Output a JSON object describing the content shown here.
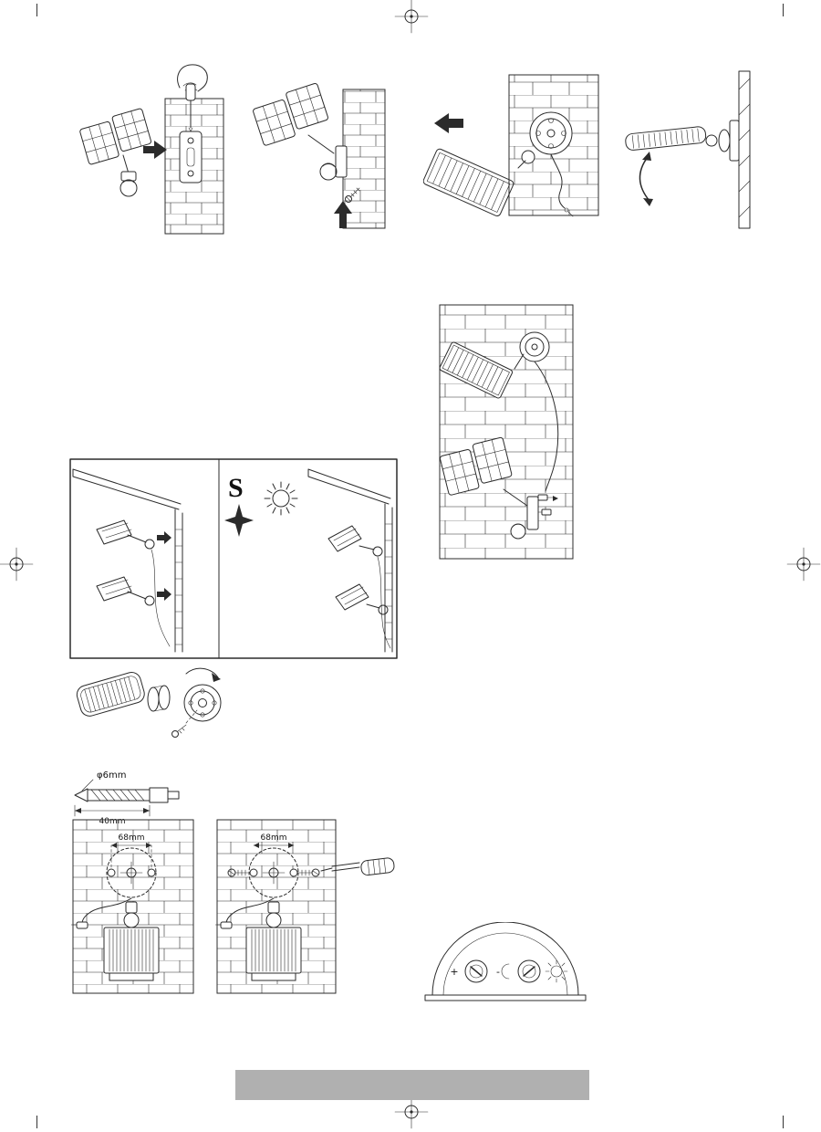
{
  "document": {
    "type": "installation-instruction-page"
  },
  "labels": {
    "drill_diameter": "φ6mm",
    "drill_depth": "40mm",
    "hole_spacing_left": "68mm",
    "hole_spacing_right": "68mm",
    "compass_south": "S",
    "knob_plus": "+",
    "knob_minus": "-"
  },
  "colors": {
    "ink": "#2b2b2b",
    "paper": "#ffffff",
    "title_bar": "#b0b0b0"
  }
}
